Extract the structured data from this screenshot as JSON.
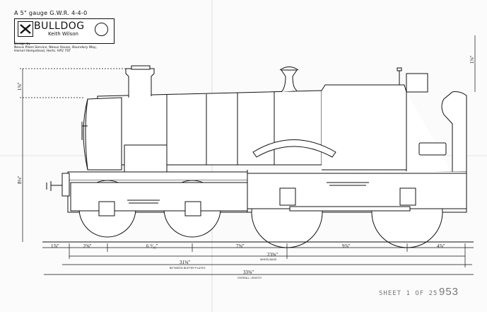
{
  "title_block": {
    "gauge_line": "A 5\" gauge G.W.R. 4-4-0",
    "name": "BULLDOG",
    "author": "Keith Wilson",
    "design_lines": [
      "Design by",
      "Nexus Plans Service, Nexus House, Boundary Way,",
      "Hemel Hempstead, Herts. HP2 7ST"
    ]
  },
  "footer": {
    "sheet": "SHEET 1 OF 25",
    "drawing_no": "953"
  },
  "dimensions": {
    "front_overhang": "1⅞\"",
    "bogie_front": "2⅝\"",
    "bogie_wheelbase": "6 ⁹⁄₁₆\"",
    "bogie_to_driver": "7⅝\"",
    "coupled_wheelbase": "9⅞\"",
    "rear_overhang": "4⅞\"",
    "wheelbase_total": "23⅜\"",
    "wheelbase_label": "WHEELBASE",
    "buffer_beams": "31⅝\"",
    "buffer_beams_label": "BETWEEN BUFFER PLATES",
    "overall": "33⅜\"",
    "overall_label": "OVERALL LENGTH",
    "height_chimney": "1⅝\"",
    "height_main": "8⅛\"",
    "height_right": "1⅜\""
  },
  "colors": {
    "line": "#111111",
    "paper": "#fbfbfb",
    "faint": "#777777"
  }
}
